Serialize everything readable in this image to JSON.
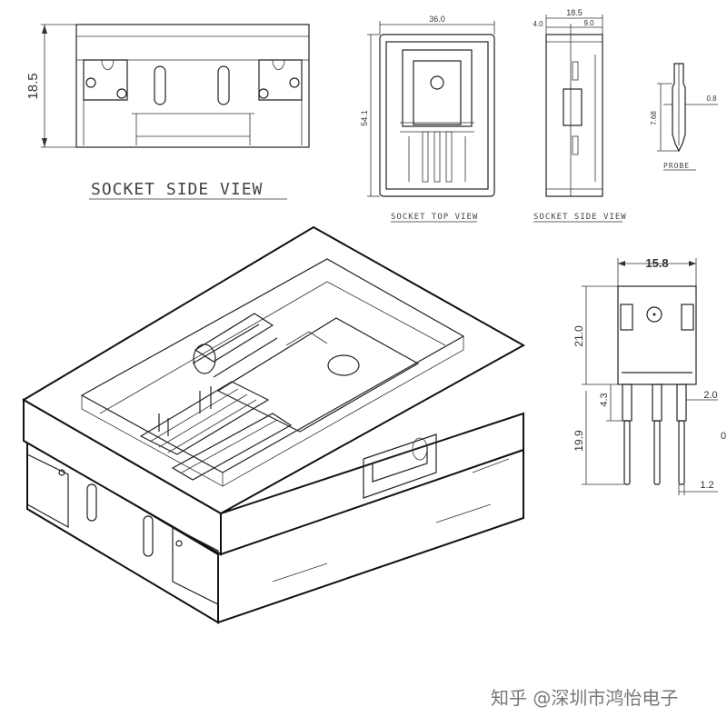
{
  "views": {
    "socket_side_view_large": {
      "caption": "SOCKET SIDE VIEW",
      "dim_height": "18.5"
    },
    "socket_top_view": {
      "caption": "SOCKET TOP VIEW",
      "dim_width": "36.0",
      "dim_height": "54.1"
    },
    "socket_side_view_small": {
      "caption": "SOCKET SIDE VIEW",
      "dim_total": "18.5",
      "dim_left": "4.0",
      "dim_right": "9.0"
    },
    "probe": {
      "caption": "PROBE",
      "dim_length": "7.68",
      "dim_dia": "0.8"
    },
    "package": {
      "dim_width": "15.8",
      "dim_body_height": "21.0",
      "dim_lead_offset": "4.3",
      "dim_lead_length": "19.9",
      "dim_pitch": "2.0",
      "dim_lead_width": "1.2",
      "dim_edge": "0"
    }
  },
  "watermark": "知乎 @深圳市鸿怡电子"
}
